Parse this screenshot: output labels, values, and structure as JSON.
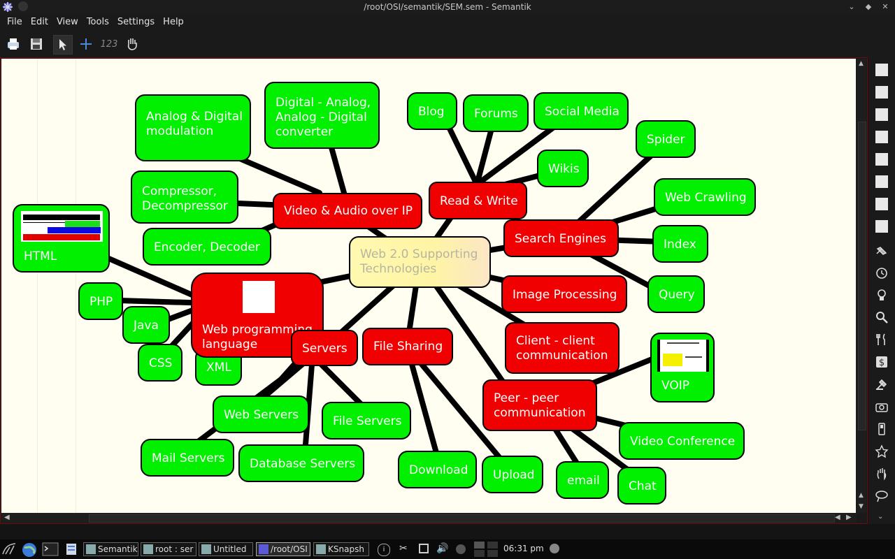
{
  "window": {
    "title": "/root/OSI/semantik/SEM.sem - Semantik"
  },
  "menu": [
    "File",
    "Edit",
    "View",
    "Tools",
    "Settings",
    "Help"
  ],
  "toolbar": {
    "icons": [
      "printer-icon",
      "save-icon",
      "pointer-icon",
      "crosshair-icon",
      "sort-123-icon",
      "hand-icon"
    ],
    "sort_label": "123"
  },
  "map": {
    "root": "Web 2.0 Supporting Technologies",
    "nodes": {
      "analog_digital_mod": "Analog & Digital modulation",
      "dac_adc": "Digital - Analog, Analog - Digital converter",
      "compressor": "Compressor, Decompressor",
      "encoder": "Encoder, Decoder",
      "video_audio": "Video & Audio over IP",
      "html": "HTML",
      "php": "PHP",
      "java": "Java",
      "css": "CSS",
      "xml": "XML",
      "web_prog": "Web programming language",
      "servers": "Servers",
      "file_sharing": "File Sharing",
      "web_servers": "Web Servers",
      "file_servers": "File Servers",
      "mail_servers": "Mail Servers",
      "db_servers": "Database Servers",
      "download": "Download",
      "upload": "Upload",
      "blog": "Blog",
      "forums": "Forums",
      "social_media": "Social Media",
      "wikis": "Wikis",
      "read_write": "Read & Write",
      "spider": "Spider",
      "web_crawling": "Web Crawling",
      "index": "Index",
      "query": "Query",
      "search_engines": "Search Engines",
      "image_processing": "Image Processing",
      "client_client": "Client - client communication",
      "peer_peer": "Peer - peer communication",
      "voip": "VOIP",
      "video_conf": "Video Conference",
      "email": "email",
      "chat": "Chat"
    }
  },
  "taskbar": {
    "tasks": [
      "Semantik",
      "root : ser",
      "Untitled",
      "/root/OSI",
      "KSnapsh"
    ],
    "clock": "06:31 pm"
  },
  "colors": {
    "root_fill": "#fff4a4",
    "branch_fill": "#f00000",
    "leaf_fill": "#00f000",
    "canvas_bg": "#fffef0"
  }
}
